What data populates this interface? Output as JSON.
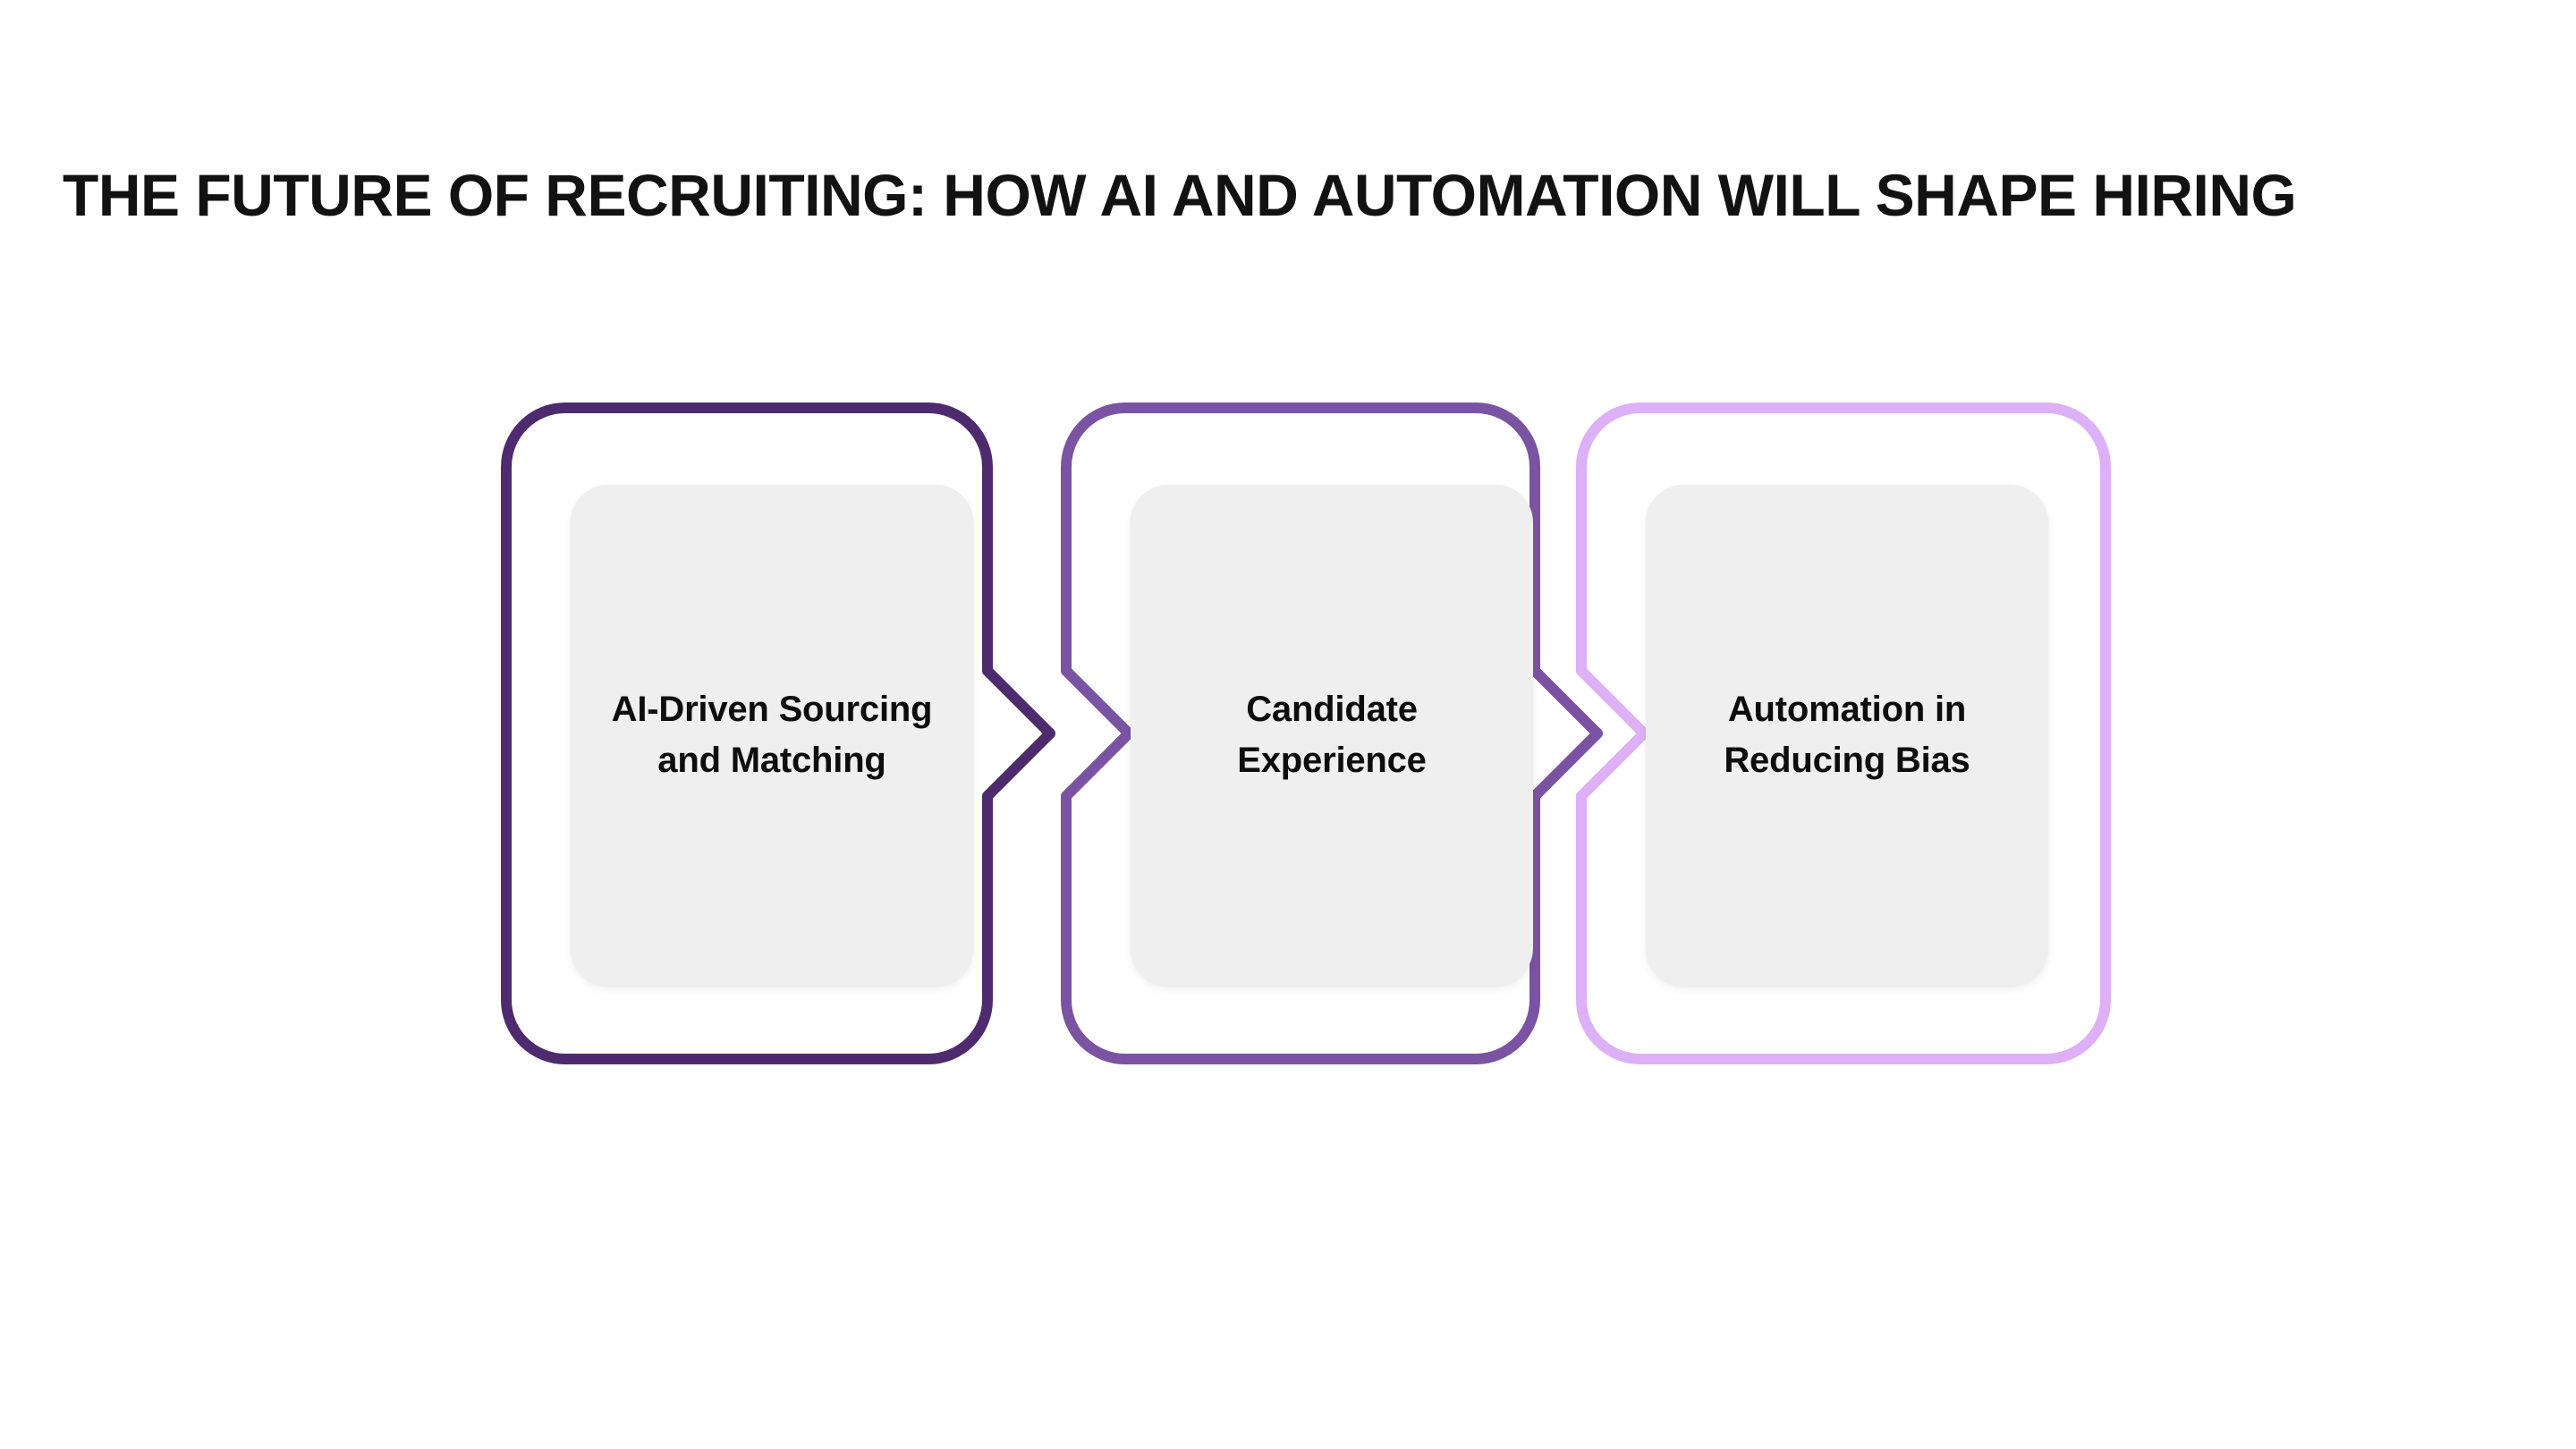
{
  "slide": {
    "background_color": "#ffffff",
    "title": "THE FUTURE OF RECRUITING: HOW AI AND AUTOMATION WILL SHAPE HIRING"
  },
  "process": {
    "orientation": "horizontal",
    "connector_icon": "chevron-right-icon",
    "steps": [
      {
        "index": "1",
        "label": "AI-Driven Sourcing and Matching",
        "label_line_1": "AI-Driven Sourcing",
        "label_line_2": "and Matching",
        "border_color": "#4e2a6e",
        "panel_color": "#efefef",
        "has_chevron": "true"
      },
      {
        "index": "2",
        "label": "Candidate Experience",
        "label_line_1": "Candidate",
        "label_line_2": "Experience",
        "border_color": "#7b53a3",
        "panel_color": "#efefef",
        "has_chevron": "true"
      },
      {
        "index": "3",
        "label": "Automation in Reducing Bias",
        "label_line_1": "Automation in",
        "label_line_2": "Reducing Bias",
        "border_color": "#ddb0f7",
        "panel_color": "#efefef",
        "has_chevron": "false"
      }
    ]
  },
  "colors": {
    "text_primary": "#121212",
    "accent_dark": "#4e2a6e",
    "accent_mid": "#7b53a3",
    "accent_light": "#ddb0f7",
    "panel_gray": "#efefef"
  }
}
